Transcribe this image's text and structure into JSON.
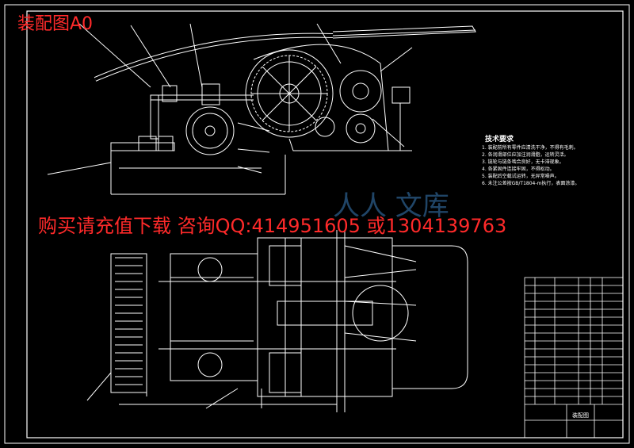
{
  "title_overlay": "装配图A0",
  "promo_text": "购买请充值下载 咨询QQ:414951605 或1304139763",
  "watermark": "人人 文库",
  "tech_requirements": {
    "title": "技术要求",
    "lines": [
      "1. 装配前所有零件应清洗干净，不得有毛刺。",
      "2. 各润滑部位应加注润滑脂，运转灵活。",
      "3. 链轮与链条啮合良好，无卡滞现象。",
      "4. 各紧固件连接牢固，不得松动。",
      "5. 装配后空载试运转，无异常噪声。",
      "6. 未注公差按GB/T1804-m执行，表面涂漆。"
    ]
  },
  "title_block": {
    "drawing_name": "装配图"
  },
  "colors": {
    "background": "#000000",
    "lines": "#ffffff",
    "red_text": "#ff2a2a",
    "watermark": "#2b5d8a"
  }
}
